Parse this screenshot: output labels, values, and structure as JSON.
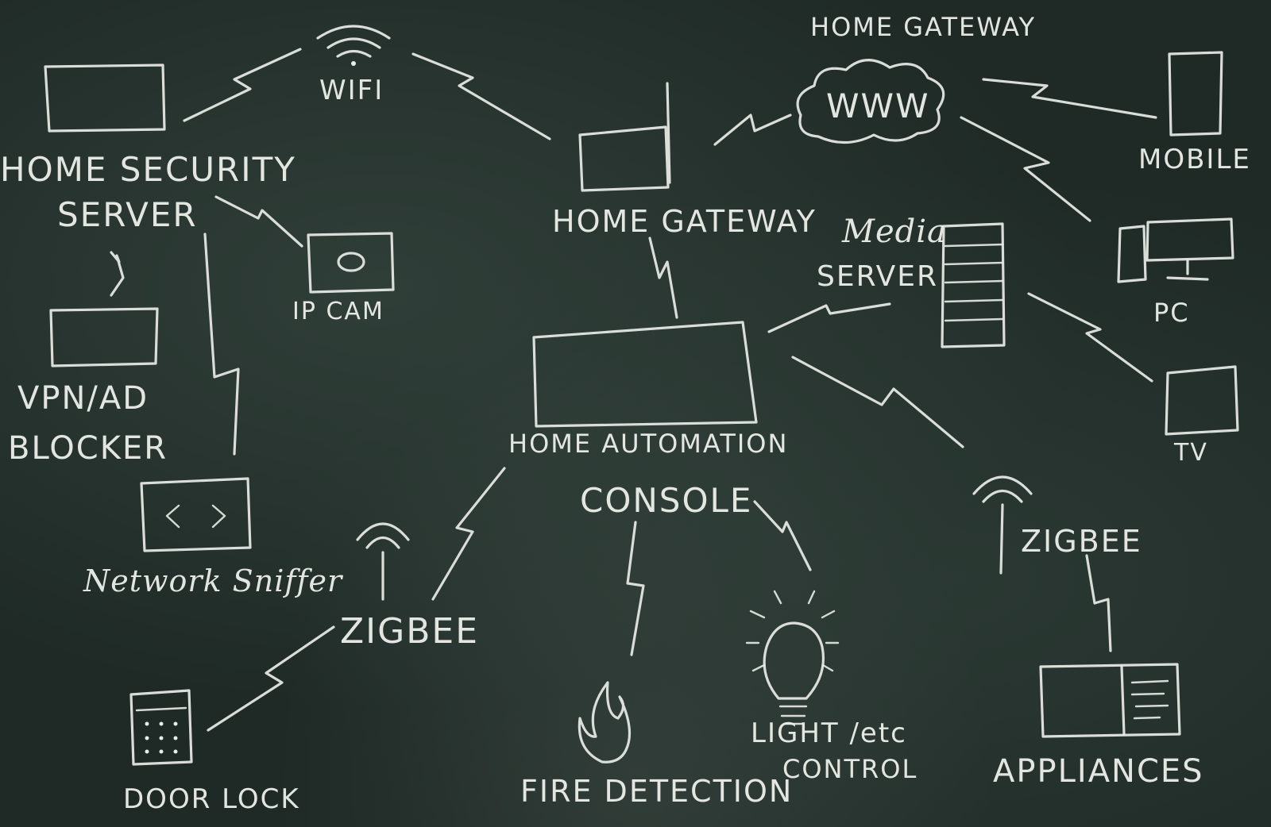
{
  "nodes": {
    "home_security_server": {
      "line1": "HOME SECURITY",
      "line2": "SERVER"
    },
    "wifi": "WIFI",
    "home_gateway_router": "HOME GATEWAY",
    "home_gateway_cloud": "HOME GATEWAY",
    "cloud_text": "WWW",
    "mobile": "MOBILE",
    "media_server": {
      "line1": "Media",
      "line2": "SERVER"
    },
    "pc": "PC",
    "tv": "TV",
    "ip_cam": "IP CAM",
    "vpn_ad_blocker": {
      "line1": "VPN/AD",
      "line2": "BLOCKER"
    },
    "network_sniffer": {
      "label": "Network Sniffer",
      "glyph": "< >"
    },
    "home_automation_console": {
      "line1": "HOME AUTOMATION",
      "line2": "CONSOLE"
    },
    "zigbee_left": "ZIGBEE",
    "zigbee_right": "ZIGBEE",
    "door_lock": "DOOR LOCK",
    "fire_detection": "FIRE DETECTION",
    "light_control": {
      "line1": "LIGHT /etc",
      "line2": "CONTROL"
    },
    "appliances": "APPLIANCES"
  },
  "colors": {
    "board": "#1f2a26",
    "chalk": "#e9ece7"
  }
}
